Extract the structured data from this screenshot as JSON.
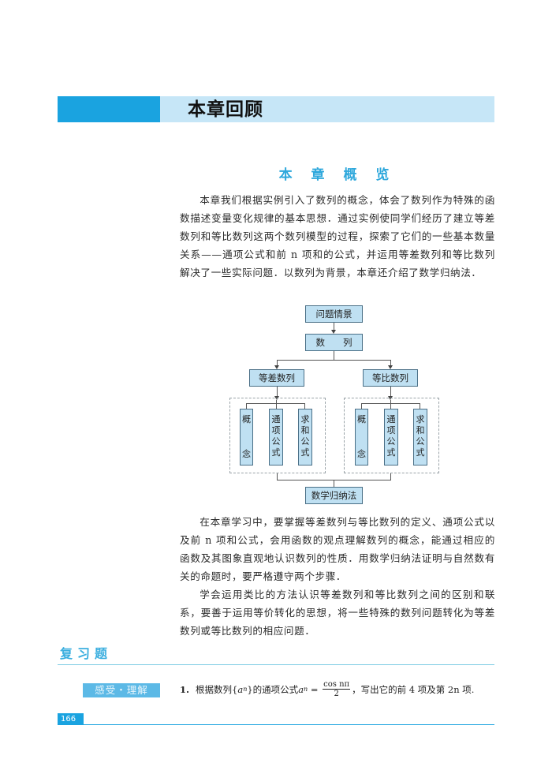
{
  "header": {
    "title": "本章回顾"
  },
  "overview": {
    "title": "本 章 概 览",
    "paragraph1": "本章我们根据实例引入了数列的概念，体会了数列作为特殊的函数描述变量变化规律的基本思想．通过实例使同学们经历了建立等差数列和等比数列这两个数列模型的过程，探索了它们的一些基本数量关系——通项公式和前 n 项和的公式，并运用等差数列和等比数列解决了一些实际问题．以数列为背景，本章还介绍了数学归纳法．",
    "paragraph2": "在本章学习中，要掌握等差数列与等比数列的定义、通项公式以及前 n 项和公式，会用函数的观点理解数列的概念，能通过相应的函数及其图象直观地认识数列的性质．用数学归纳法证明与自然数有关的命题时，要严格遵守两个步骤．",
    "paragraph3": "学会运用类比的方法认识等差数列和等比数列之间的区别和联系，要善于运用等价转化的思想，将一些特殊的数列问题转化为等差数列或等比数列的相应问题．"
  },
  "diagram": {
    "root": "问题情景",
    "sequence": "数　　列",
    "left_branch": "等差数列",
    "right_branch": "等比数列",
    "left_children": [
      {
        "chars": [
          "概",
          "念"
        ]
      },
      {
        "chars": [
          "通",
          "项",
          "公",
          "式"
        ]
      },
      {
        "chars": [
          "求",
          "和",
          "公",
          "式"
        ]
      }
    ],
    "right_children": [
      {
        "chars": [
          "概",
          "念"
        ]
      },
      {
        "chars": [
          "通",
          "项",
          "公",
          "式"
        ]
      },
      {
        "chars": [
          "求",
          "和",
          "公",
          "式"
        ]
      }
    ],
    "bottom": "数学归纳法"
  },
  "review": {
    "title": "复习题",
    "tag": "感受・理解",
    "question1": {
      "number": "1.",
      "prefix": "根据数列{",
      "var": "a",
      "sub": "n",
      "mid": "}的通项公式 ",
      "lhs_var": "a",
      "lhs_sub": "n",
      "eq": " = ",
      "numerator": "cos nπ",
      "denominator": "2",
      "suffix": "，写出它的前 4 项及第 2n 项."
    }
  },
  "footer": {
    "page_number": "166"
  },
  "colors": {
    "accent_dark": "#1aa3e0",
    "accent_light": "#c6e6f7",
    "box_fill": "#bfe0f2",
    "title_blue": "#2fa8dc"
  }
}
